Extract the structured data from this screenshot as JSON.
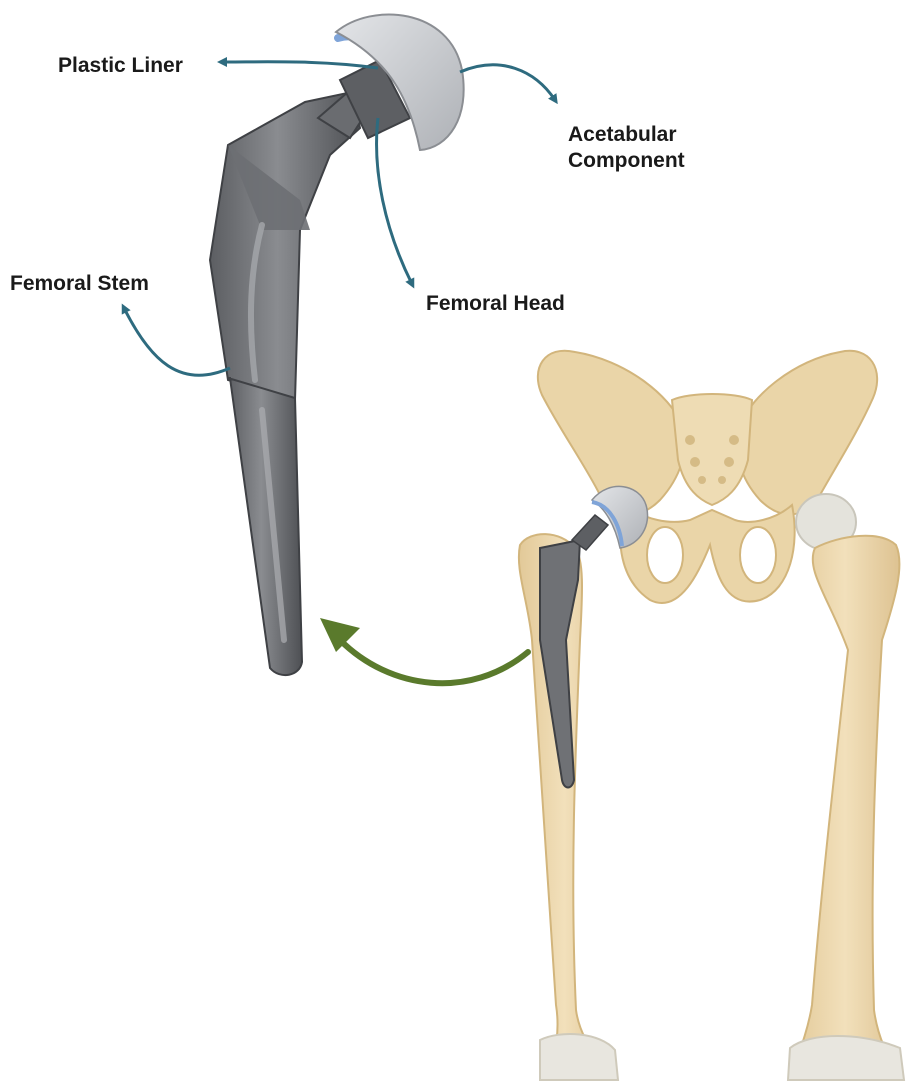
{
  "labels": {
    "plastic_liner": "Plastic Liner",
    "acetabular_component_line1": "Acetabular",
    "acetabular_component_line2": "Component",
    "femoral_stem": "Femoral Stem",
    "femoral_head": "Femoral Head"
  },
  "colors": {
    "callout_arrow": "#2e6b7f",
    "transition_arrow": "#5a7a2c",
    "implant_metal": "#7a7c80",
    "implant_dark": "#56585c",
    "implant_cup": "#c9ccd0",
    "liner_blue": "#7fa4d8",
    "bone": "#ead5a8",
    "bone_outline": "#d8bd86"
  }
}
